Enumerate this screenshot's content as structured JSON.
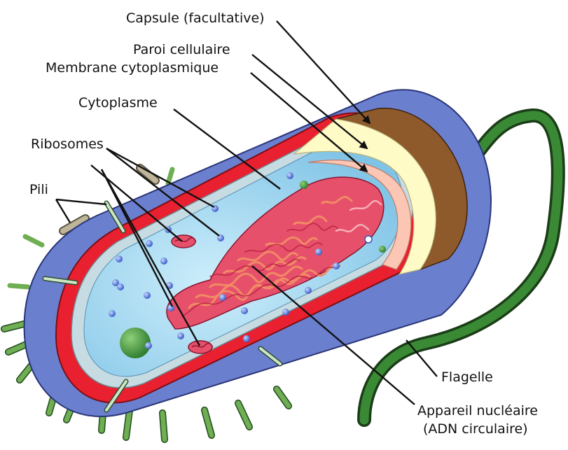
{
  "labels": {
    "capsule": "Capsule (facultative)",
    "paroi": "Paroi cellulaire",
    "membrane": "Membrane cytoplasmique",
    "cytoplasme": "Cytoplasme",
    "ribosomes": "Ribosomes",
    "pili": "Pili",
    "flagelle": "Flagelle",
    "appareil_line1": "Appareil nucléaire",
    "appareil_line2": "(ADN circulaire)"
  },
  "colors": {
    "capsule": "#6b7fcf",
    "capsule_stroke": "#2a3577",
    "wall_red": "#e8202f",
    "membrane_band": "#c6dbe2",
    "cytoplasm": "#a9d8ef",
    "cut_capsule": "#8e5a2b",
    "cut_wall": "#fffbc6",
    "cut_membrane": "#fbc7b4",
    "nucleoid": "#e7506b",
    "nucleoid_light": "#f08a66",
    "flagellum": "#2e6d2a",
    "pili_green": "#6fae52",
    "pili_tan": "#bfb69a",
    "ribosome": "#4a6fcf",
    "leader_line": "#111111"
  }
}
